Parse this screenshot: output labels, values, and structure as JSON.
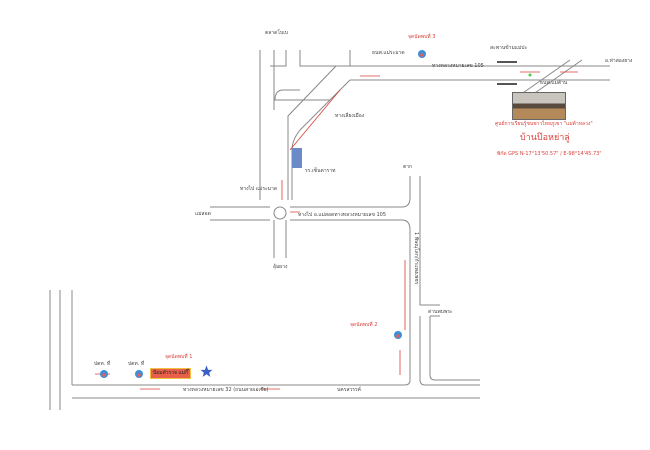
{
  "labels": {
    "talat": "ตลาดโบเบ",
    "meeting3": "จุดนัดพบที่ 3",
    "ptt_maeramat": "ธนพ.แม่ระมาด",
    "bridge": "สะพานข้ามแม่ปะ",
    "hw105": "ทางหลวงหมายเลข 105",
    "thasongyang": "อ.ท่าสองยาง",
    "ptt_maetan": "ธนพ.แม่ต้าน",
    "bypass": "ทางเลี่ยงเมือง",
    "school": "รร.เซ็นคาราท",
    "to_maeramat": "ทางไป แม่ระมาด",
    "maesot": "แม่สอด",
    "to_maesot": "ทางไป อ.แม่สอดทางหลวงหมายเลข 105",
    "tak": "ตาก",
    "umphang": "อุ้มผาง",
    "meeting2": "จุดนัดพบที่ 2",
    "phopphra": "ด่านพบพระ",
    "meeting1": "จุดนัดพบที่ 1",
    "ptt_a": "ปตท. ที่",
    "ptt_b": "ปตท. ที่",
    "hw32": "ทางหลวงหมายเลข 32 (ถนนสายเอเชีย)",
    "nakhonsawan": "นครสวรรค์",
    "phitsanulok": "1 พิษณุโลก/กำแพงเพชร",
    "start_badge": "ป้อมตำรวจ แม่กึ๊",
    "center": "ศูนย์การเรียนรู้ชนชาวไทยภูเขา \"แม่ต้าหลวง\"",
    "village": "บ้านป๊อหย่าลู่",
    "gps": "พิกัด GPS N-17°13'50.57\" / E-98°14'45.73\""
  },
  "colors": {
    "road": "#777777",
    "arrow": "#d9403a",
    "pin": "#3a8fd8"
  }
}
